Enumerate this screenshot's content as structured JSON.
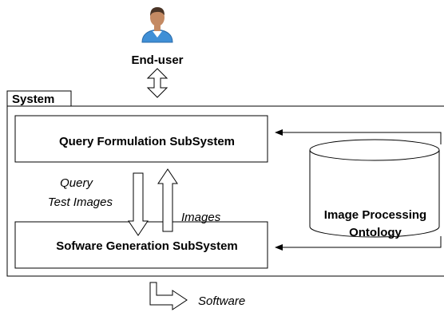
{
  "actor": {
    "icon": "user-avatar-icon",
    "label": "End-user"
  },
  "system": {
    "label": "System"
  },
  "subsystems": {
    "query": "Query Formulation SubSystem",
    "generation": "Sofware Generation SubSystem"
  },
  "ontology": {
    "line1": "Image Processing",
    "line2": "Ontology"
  },
  "flows": {
    "down_line1": "Query",
    "down_line2": "Test Images",
    "up": "Images",
    "output": "Software"
  },
  "colors": {
    "stroke": "#000000",
    "person_skin": "#c48a63",
    "person_hair": "#4a3426",
    "person_shirt": "#3f8fd6"
  }
}
